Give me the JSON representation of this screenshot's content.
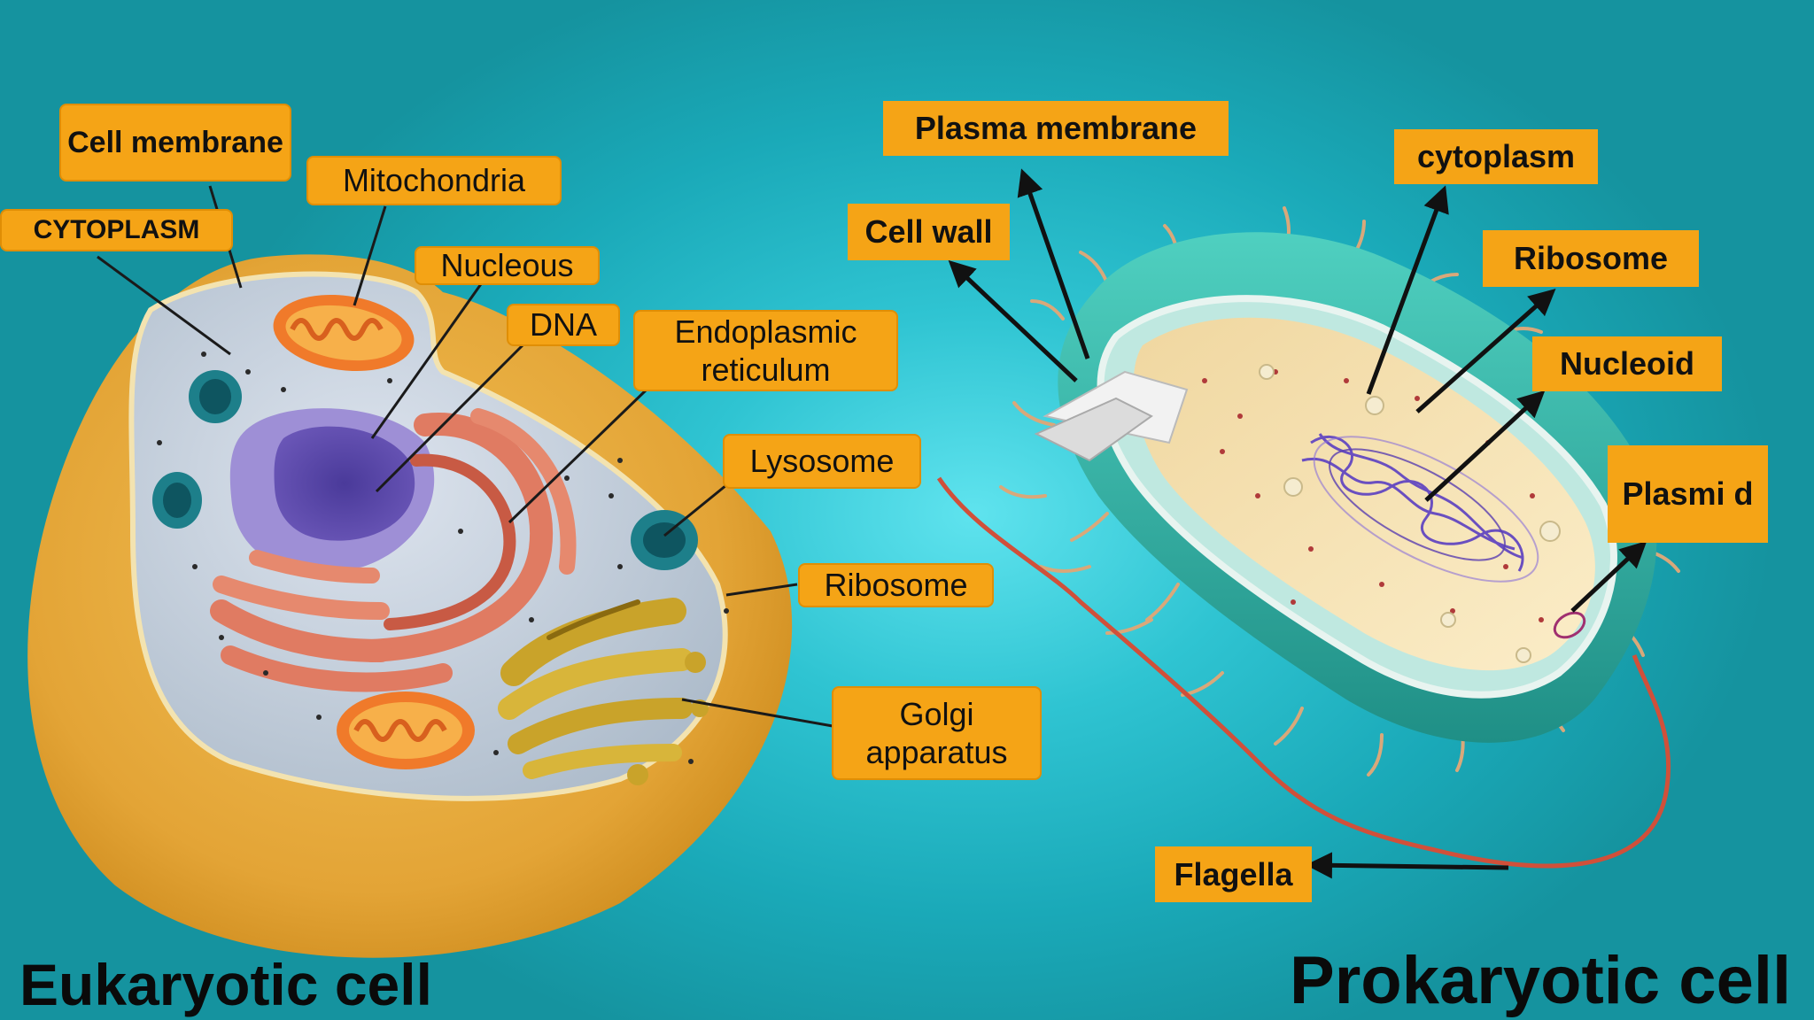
{
  "eukaryotic": {
    "title": "Eukaryotic cell",
    "labels": {
      "cell_membrane": "Cell membrane",
      "cytoplasm": "CYTOPLASM",
      "mitochondria": "Mitochondria",
      "nucleous": "Nucleous",
      "dna": "DNA",
      "endoplasmic_reticulum": "Endoplasmic reticulum",
      "lysosome": "Lysosome",
      "ribosome": "Ribosome",
      "golgi": "Golgi apparatus"
    }
  },
  "prokaryotic": {
    "title": "Prokaryotic cell",
    "labels": {
      "plasma_membrane": "Plasma membrane",
      "cell_wall": "Cell wall",
      "cytoplasm": "cytoplasm",
      "ribosome": "Ribosome",
      "nucleoid": "Nucleoid",
      "plasmid": "Plasmi d",
      "flagella": "Flagella"
    }
  },
  "colors": {
    "background": "#2fc4d2",
    "label_fill": "#f5a416",
    "cell_outer": "#e3a436",
    "cytoplasm": "#c9d3df",
    "nucleus": "#9a88d2",
    "er": "#e07b62",
    "golgi": "#c9a32a",
    "bacteria_wall": "#3bb8a8",
    "bacteria_inside": "#f5dca0",
    "flagellum": "#d0503a"
  }
}
